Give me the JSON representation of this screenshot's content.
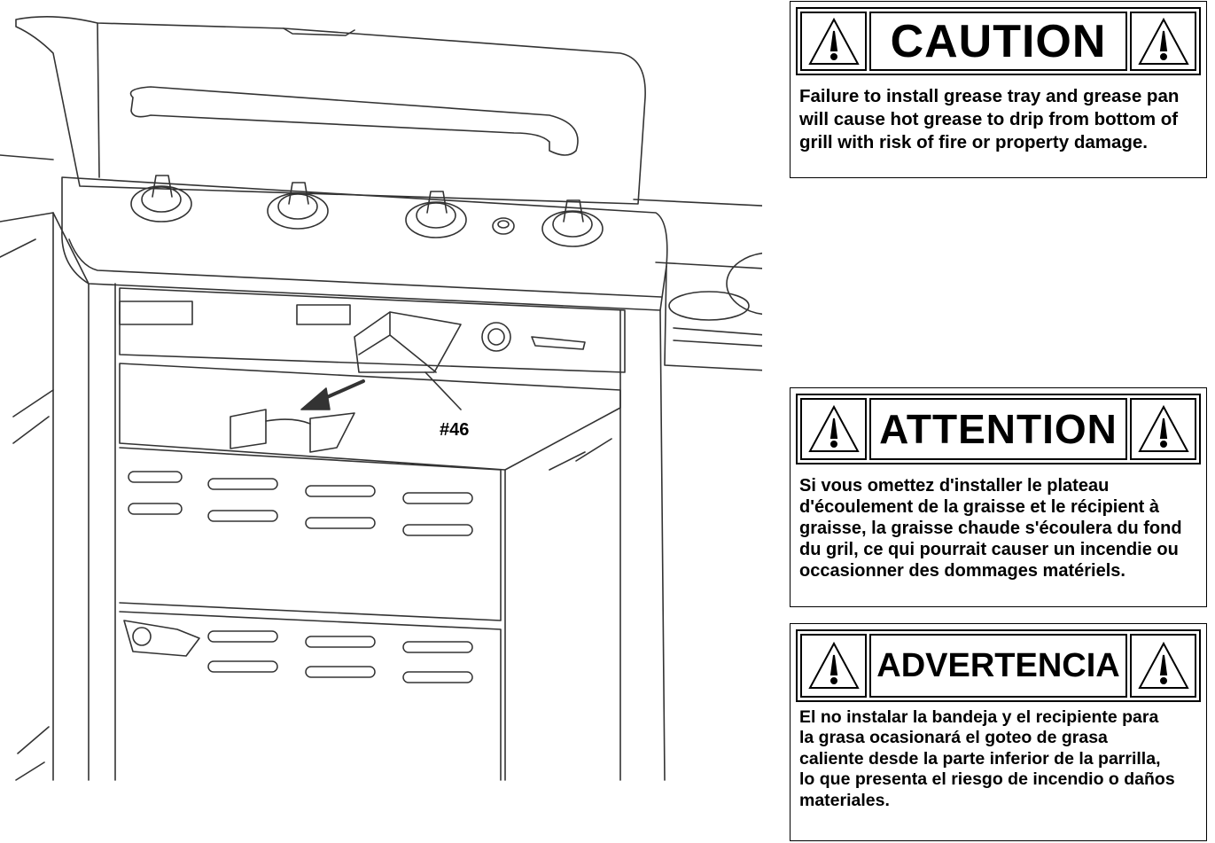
{
  "illustration": {
    "part_label": "#46"
  },
  "warnings": [
    {
      "heading": "CAUTION",
      "lines": [
        "Failure to install grease tray and grease pan",
        "will cause hot grease to drip from bottom of",
        "grill with risk of fire or property damage."
      ]
    },
    {
      "heading": "ATTENTION",
      "lines": [
        "Si vous omettez d'installer le plateau",
        "d'écoulement de la graisse et le récipient à",
        "graisse, la graisse chaude s'écoulera du fond",
        "du gril, ce qui pourrait causer un incendie ou",
        "occasionner des dommages matériels."
      ]
    },
    {
      "heading": "ADVERTENCIA",
      "lines": [
        "El no instalar la bandeja y el recipiente para",
        "la grasa ocasionará el goteo de grasa",
        "caliente desde la parte inferior de la parrilla,",
        "lo que presenta el riesgo de incendio o daños",
        "materiales."
      ]
    }
  ]
}
